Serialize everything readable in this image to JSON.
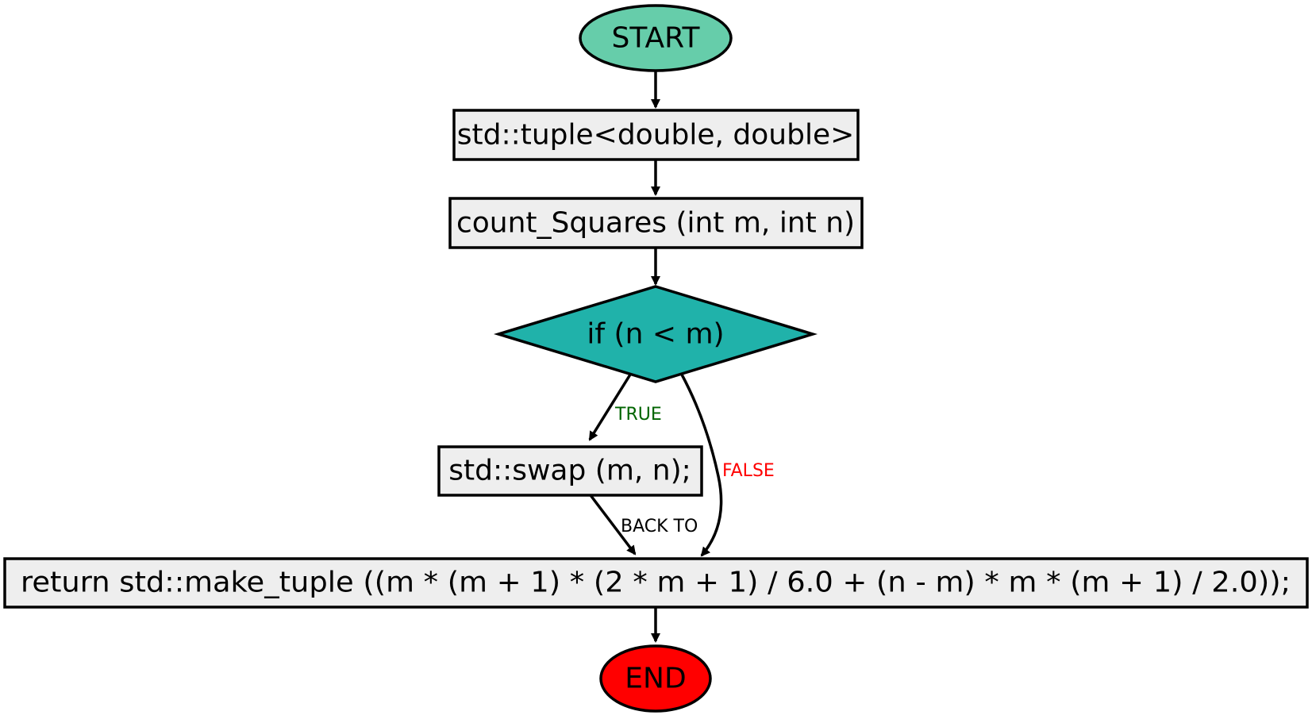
{
  "colors": {
    "start_fill": "#66cdaa",
    "decision_fill": "#20b2aa",
    "process_fill": "#eeeeee",
    "end_fill": "#ff0000",
    "true_label": "#006400",
    "false_label": "#ff0000",
    "back_label": "#000000"
  },
  "nodes": {
    "start": {
      "label": "START",
      "shape": "ellipse"
    },
    "return_type": {
      "label": "std::tuple<double, double>",
      "shape": "rectangle"
    },
    "signature": {
      "label": "count_Squares (int m, int n)",
      "shape": "rectangle"
    },
    "condition": {
      "label": "if (n < m)",
      "shape": "diamond"
    },
    "swap": {
      "label": "std::swap (m, n);",
      "shape": "rectangle"
    },
    "return_stmt": {
      "label": "return std::make_tuple ((m * (m + 1) * (2 * m + 1) / 6.0 + (n - m) * m * (m + 1) / 2.0));",
      "shape": "rectangle"
    },
    "end": {
      "label": "END",
      "shape": "ellipse"
    }
  },
  "edges": {
    "true_label": "TRUE",
    "false_label": "FALSE",
    "back_label": "BACK TO"
  }
}
